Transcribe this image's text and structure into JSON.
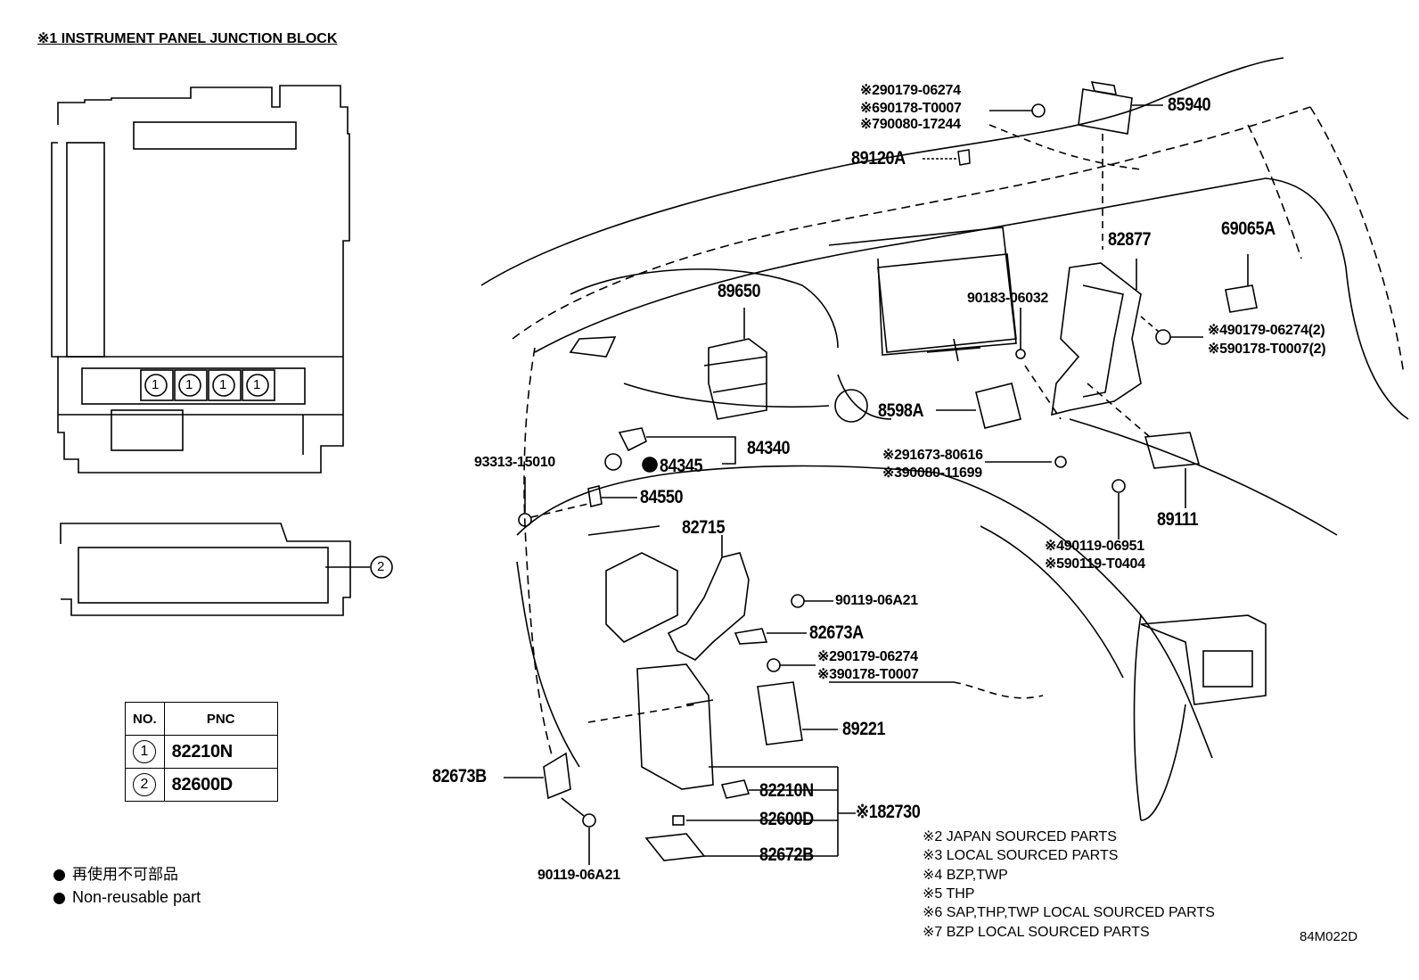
{
  "title": "※1 INSTRUMENT PANEL JUNCTION BLOCK",
  "diagram_id": "84M022D",
  "callout_numbers": [
    "1",
    "1",
    "1",
    "1",
    "2"
  ],
  "pnc_table": {
    "headers": [
      "NO.",
      "PNC"
    ],
    "rows": [
      {
        "no": "1",
        "pnc": "82210N"
      },
      {
        "no": "2",
        "pnc": "82600D"
      }
    ]
  },
  "legend": {
    "jp": "再使用不可部品",
    "en": "Non-reusable part"
  },
  "parts": {
    "p85940": "85940",
    "p89120a": "89120A",
    "clip_top_a": "※290179-06274",
    "clip_top_b": "※690178-T0007",
    "clip_top_c": "※790080-17244",
    "p82877": "82877",
    "p69065a": "69065A",
    "p90183": "90183-06032",
    "clip_r_a": "※490179-06274(2)",
    "clip_r_b": "※590178-T0007(2)",
    "p89650": "89650",
    "p8598a": "8598A",
    "screw_a": "※291673-80616",
    "screw_b": "※390080-11699",
    "p84340": "84340",
    "p84345": "84345",
    "p93313": "93313-15010",
    "p84550": "84550",
    "p89111": "89111",
    "bolt_a": "※490119-06951",
    "bolt_b": "※590119-T0404",
    "p82715": "82715",
    "bolt_06a21_r": "90119-06A21",
    "p82673a": "82673A",
    "clip_m_a": "※290179-06274",
    "clip_m_b": "※390178-T0007",
    "p89221": "89221",
    "p82673b": "82673B",
    "p82210n": "82210N",
    "p82600d": "82600D",
    "p82672b": "82672B",
    "p82730": "※182730",
    "bolt_06a21_b": "90119-06A21"
  },
  "notes": [
    "※2 JAPAN SOURCED PARTS",
    "※3 LOCAL SOURCED PARTS",
    "※4 BZP,TWP",
    "※5 THP",
    "※6 SAP,THP,TWP LOCAL SOURCED PARTS",
    "※7 BZP LOCAL SOURCED PARTS"
  ]
}
